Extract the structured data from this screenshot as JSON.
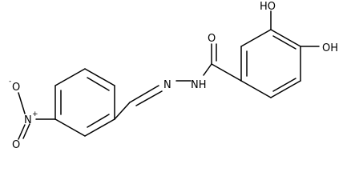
{
  "molecule": {
    "atoms": {
      "oh_top": "HO",
      "oh_right": "OH",
      "carbonyl_o": "O",
      "amide_nh": "NH",
      "imine_n": "N",
      "nitro_o_minus": "O",
      "nitro_n": "N",
      "nitro_o": "O"
    },
    "charges": {
      "nitro_o_minus": "-",
      "nitro_n": "+"
    }
  }
}
